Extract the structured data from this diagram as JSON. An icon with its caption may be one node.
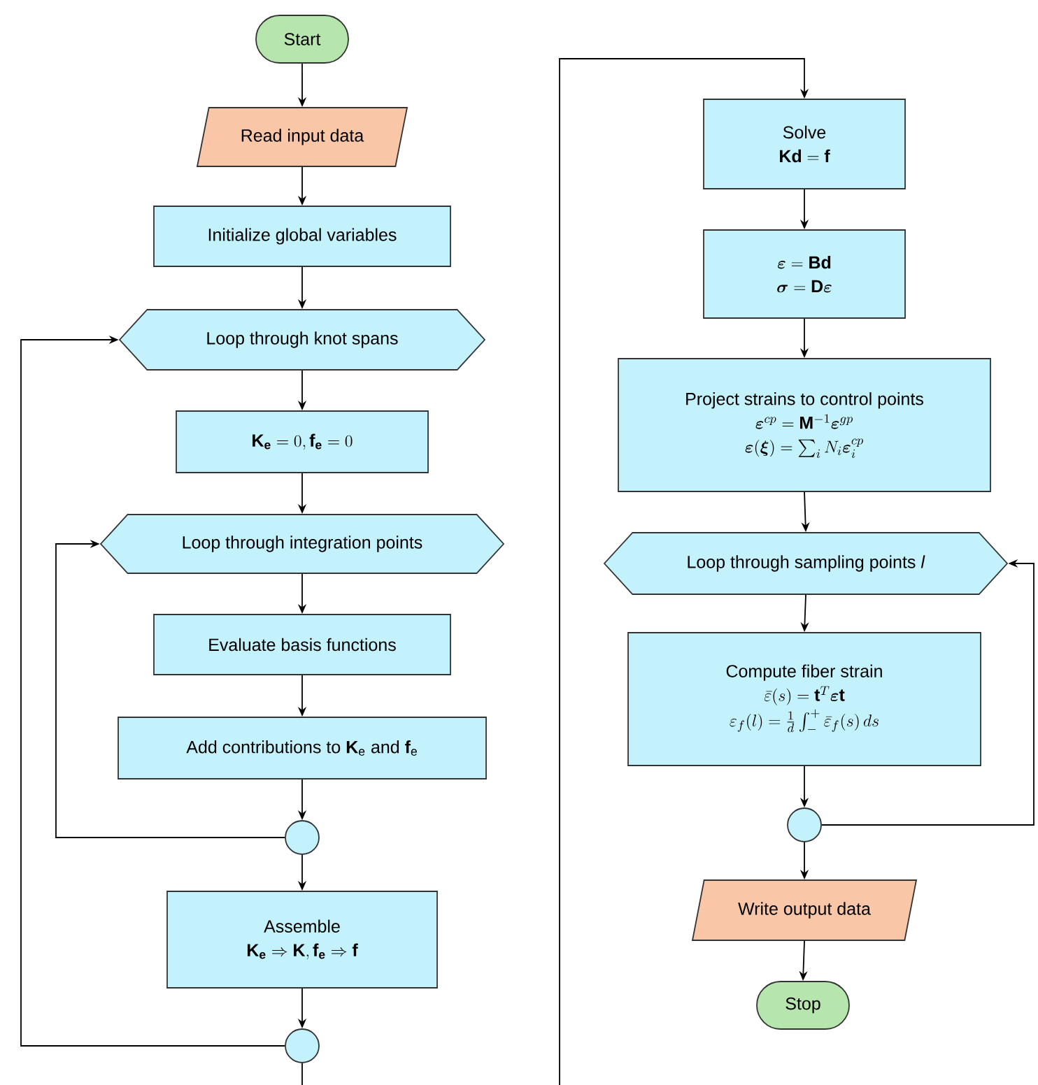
{
  "diagram": {
    "nodes": [
      {
        "text": [
          "Start"
        ]
      },
      {
        "text": [
          "Read input data"
        ]
      },
      {
        "text": [
          "Initialize global variables"
        ]
      },
      {
        "text": [
          "Loop through knot spans"
        ]
      },
      {
        "text": [
          "\\mathbf{K_e} = 0, \\mathbf{f_e} = 0"
        ]
      },
      {
        "text": [
          "Loop through integration points"
        ]
      },
      {
        "text": [
          "Evaluate basis functions"
        ]
      },
      {
        "text": [
          "Add contributions to **K**$_{e}$ and **f**$_{e}$"
        ]
      },
      {
        "text": [],
        "shape": "circle"
      },
      {
        "text": [
          "Assemble",
          "\\mathbf{K_e} \\Rightarrow \\mathbf{K}, \\mathbf{f_e} \\Rightarrow \\mathbf{f}"
        ]
      },
      {
        "text": [],
        "shape": "circle"
      },
      {
        "text": [
          "Solve",
          "\\mathbf{Kd} = \\mathbf{f}"
        ]
      },
      {
        "text": [
          "\\boldsymbol{\\varepsilon} = \\mathbf{Bd}",
          "\\boldsymbol{\\sigma} = \\mathbf{D}\\boldsymbol{\\varepsilon}"
        ]
      },
      {
        "text": [
          "Project strains to control points",
          "\\boldsymbol{\\varepsilon}^{cp} = \\mathbf{M}^{-1}\\boldsymbol{\\varepsilon}^{gp}",
          "\\boldsymbol{\\varepsilon}(\\boldsymbol{\\xi}) = \\sum_i N_i \\boldsymbol{\\varepsilon}_i^{cp}"
        ]
      },
      {
        "text": [
          "Loop through sampling points *l*"
        ]
      },
      {
        "text": [
          "Compute fiber strain",
          "\\bar{\\varepsilon}(s) = \\mathbf{t}^T \\boldsymbol{\\varepsilon}\\mathbf{t}",
          "\\varepsilon_f(l) = \\frac{1}{d}\\int_-^+ \\bar{\\varepsilon}_f(s)\\,ds"
        ]
      },
      {
        "text": [],
        "shape": "circle"
      },
      {
        "text": [
          "Write output data"
        ]
      },
      {
        "text": [
          "Stop"
        ]
      }
    ],
    "edges": [
      {
        "from": 0,
        "to": 1,
        "arrow": "to"
      },
      {
        "from": 1,
        "to": 2,
        "arrow": "to"
      },
      {
        "from": 2,
        "to": 3,
        "arrow": "to"
      },
      {
        "from": 3,
        "to": 4,
        "arrow": "to"
      },
      {
        "from": 4,
        "to": 5,
        "arrow": "to"
      },
      {
        "from": 5,
        "to": 6,
        "arrow": "to"
      },
      {
        "from": 6,
        "to": 7,
        "arrow": "to"
      },
      {
        "from": 7,
        "to": 8,
        "arrow": "to"
      },
      {
        "from": 8,
        "to": 5,
        "arrow": "to"
      },
      {
        "from": 8,
        "to": 9,
        "arrow": "to"
      },
      {
        "from": 9,
        "to": 10,
        "arrow": "to"
      },
      {
        "from": 10,
        "to": 3,
        "arrow": "to"
      },
      {
        "from": 10,
        "to": 11,
        "arrow": "to"
      },
      {
        "from": 11,
        "to": 12,
        "arrow": "to"
      },
      {
        "from": 12,
        "to": 13,
        "arrow": "to"
      },
      {
        "from": 13,
        "to": 14,
        "arrow": "to"
      },
      {
        "from": 14,
        "to": 15,
        "arrow": "to"
      },
      {
        "from": 15,
        "to": 16,
        "arrow": "to"
      },
      {
        "from": 16,
        "to": 14,
        "arrow": "to"
      },
      {
        "from": 16,
        "to": 17,
        "arrow": "to"
      },
      {
        "from": 17,
        "to": 18,
        "arrow": "to"
      }
    ]
  }
}
